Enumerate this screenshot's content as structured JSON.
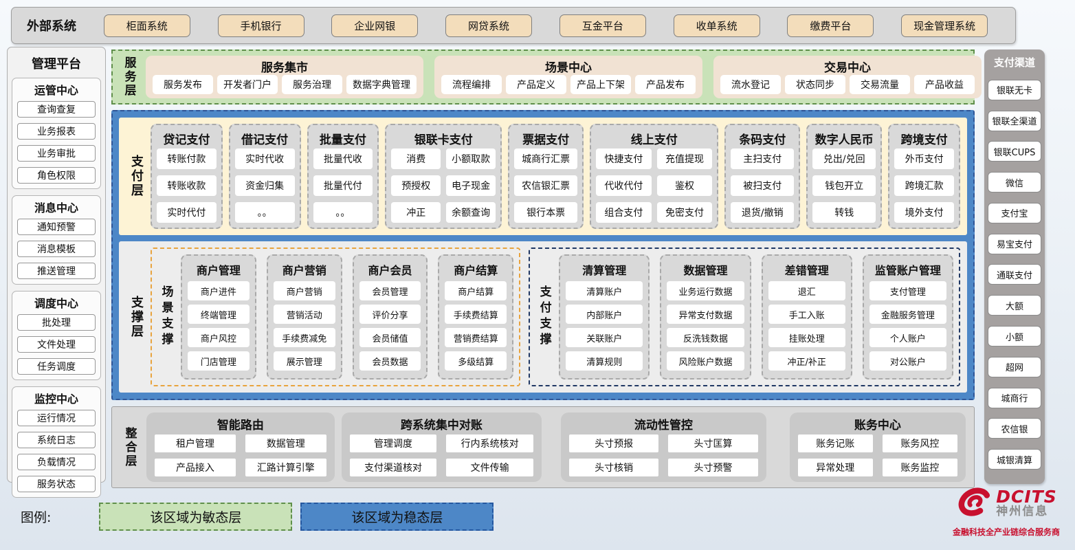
{
  "external_systems": {
    "label": "外部系统",
    "items": [
      "柜面系统",
      "手机银行",
      "企业网银",
      "网贷系统",
      "互金平台",
      "收单系统",
      "缴费平台",
      "现金管理系统"
    ]
  },
  "management_platform": {
    "title": "管理平台",
    "groups": [
      {
        "title": "运管中心",
        "items": [
          "查询查复",
          "业务报表",
          "业务审批",
          "角色权限"
        ]
      },
      {
        "title": "消息中心",
        "items": [
          "通知预警",
          "消息模板",
          "推送管理"
        ]
      },
      {
        "title": "调度中心",
        "items": [
          "批处理",
          "文件处理",
          "任务调度"
        ]
      },
      {
        "title": "监控中心",
        "items": [
          "运行情况",
          "系统日志",
          "负载情况",
          "服务状态"
        ]
      }
    ]
  },
  "service_layer": {
    "label": "服务层",
    "panels": [
      {
        "title": "服务集市",
        "items": [
          "服务发布",
          "开发者门户",
          "服务治理",
          "数据字典管理"
        ]
      },
      {
        "title": "场景中心",
        "items": [
          "流程编排",
          "产品定义",
          "产品上下架",
          "产品发布"
        ]
      },
      {
        "title": "交易中心",
        "items": [
          "流水登记",
          "状态同步",
          "交易流量",
          "产品收益"
        ]
      }
    ]
  },
  "payment_layer": {
    "label": "支付层",
    "columns": [
      {
        "title": "贷记支付",
        "items": [
          "转账付款",
          "转账收款",
          "实时代付"
        ]
      },
      {
        "title": "借记支付",
        "items": [
          "实时代收",
          "资金归集",
          "。。"
        ]
      },
      {
        "title": "批量支付",
        "items": [
          "批量代收",
          "批量代付",
          "。。"
        ]
      },
      {
        "title": "银联卡支付",
        "items": [
          "消费",
          "小额取款",
          "预授权",
          "电子现金",
          "冲正",
          "余额查询"
        ]
      },
      {
        "title": "票据支付",
        "items": [
          "城商行汇票",
          "农信银汇票",
          "银行本票"
        ]
      },
      {
        "title": "线上支付",
        "items": [
          "快捷支付",
          "充值提现",
          "代收代付",
          "鉴权",
          "组合支付",
          "免密支付"
        ]
      },
      {
        "title": "条码支付",
        "items": [
          "主扫支付",
          "被扫支付",
          "退货/撤销"
        ]
      },
      {
        "title": "数字人民币",
        "items": [
          "兑出/兑回",
          "钱包开立",
          "转钱"
        ]
      },
      {
        "title": "跨境支付",
        "items": [
          "外币支付",
          "跨境汇款",
          "境外支付"
        ]
      }
    ]
  },
  "support_layer": {
    "label": "支撑层",
    "groups": [
      {
        "label": "场景支撑",
        "columns": [
          {
            "title": "商户管理",
            "items": [
              "商户进件",
              "终端管理",
              "商户风控",
              "门店管理"
            ]
          },
          {
            "title": "商户营销",
            "items": [
              "商户营销",
              "营销活动",
              "手续费减免",
              "展示管理"
            ]
          },
          {
            "title": "商户会员",
            "items": [
              "会员管理",
              "评价分享",
              "会员储值",
              "会员数据"
            ]
          },
          {
            "title": "商户结算",
            "items": [
              "商户结算",
              "手续费结算",
              "营销费结算",
              "多级结算"
            ]
          }
        ]
      },
      {
        "label": "支付支撑",
        "columns": [
          {
            "title": "清算管理",
            "items": [
              "清算账户",
              "内部账户",
              "关联账户",
              "清算规则"
            ]
          },
          {
            "title": "数据管理",
            "items": [
              "业务运行数据",
              "异常支付数据",
              "反洗钱数据",
              "风险账户数据"
            ]
          },
          {
            "title": "差错管理",
            "items": [
              "退汇",
              "手工入账",
              "挂账处理",
              "冲正/补正"
            ]
          },
          {
            "title": "监管账户管理",
            "items": [
              "支付管理",
              "金融服务管理",
              "个人账户",
              "对公账户"
            ]
          }
        ]
      }
    ]
  },
  "integration_layer": {
    "label": "整合层",
    "panels": [
      {
        "title": "智能路由",
        "items": [
          "租户管理",
          "数据管理",
          "产品接入",
          "汇路计算引擎"
        ]
      },
      {
        "title": "跨系统集中对账",
        "items": [
          "管理调度",
          "行内系统核对",
          "支付渠道核对",
          "文件传输"
        ]
      },
      {
        "title": "流动性管控",
        "items": [
          "头寸预报",
          "头寸匡算",
          "头寸核销",
          "头寸预警"
        ]
      },
      {
        "title": "账务中心",
        "items": [
          "账务记账",
          "账务风控",
          "异常处理",
          "账务监控"
        ]
      }
    ]
  },
  "payment_channels": {
    "title": "支付渠道",
    "items": [
      "银联无卡",
      "银联全渠道",
      "银联CUPS",
      "微信",
      "支付宝",
      "易宝支付",
      "通联支付",
      "大额",
      "小额",
      "超网",
      "城商行",
      "农信银",
      "城银清算"
    ]
  },
  "legend": {
    "label": "图例:",
    "agile": "该区域为敏态层",
    "stable": "该区域为稳态层"
  },
  "logo": {
    "brand": "DCITS",
    "name": "神州信息",
    "tagline": "金融科技全产业链综合服务商"
  },
  "colors": {
    "agile_green": "#c9e2b8",
    "stable_blue": "#4d87c7",
    "payment_cream": "#fdf3d5",
    "external_tan": "#f3ddbb",
    "brand_red": "#c8102e",
    "scene_border_orange": "#e8a33d",
    "payside_border_navy": "#203864"
  }
}
